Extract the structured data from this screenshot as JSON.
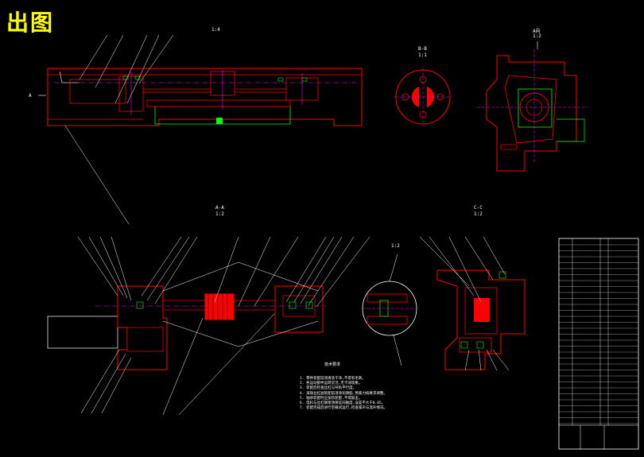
{
  "badge": {
    "text": "出图"
  },
  "views": {
    "main_scale": "1:4",
    "section_bb_title": "B-B",
    "section_bb_scale": "1:1",
    "view_a_title": "A向",
    "view_a_scale": "1:2",
    "section_aa_title": "A-A",
    "section_aa_scale": "1:2",
    "section_cc_title": "C-C",
    "section_cc_scale": "1:2",
    "detail_scale": "1:2",
    "arrow_a": "A"
  },
  "notes": {
    "title": "技术要求",
    "lines": [
      "1. 零件装配前须清洗干净,不得有毛刺。",
      "2. 各运动部件运转灵活,无卡滞现象。",
      "3. 装配后检查丝杠与导轨平行度。",
      "4. 滚珠丝杠副装配前须涂润滑脂,预紧力按要求调整。",
      "5. 轴承装配时应加热装配,不得敲击。",
      "6. 电机与丝杠联接须保证同轴度,误差不大于0.05。",
      "7. 装配完成后进行空载试运行,检查噪声与温升情况。"
    ]
  },
  "colors": {
    "background": "#000000",
    "red": "#ff0000",
    "green": "#00ff00",
    "white": "#ffffff",
    "magenta": "#ff00ff",
    "yellow": "#ffff00",
    "cyan": "#00ffff"
  }
}
